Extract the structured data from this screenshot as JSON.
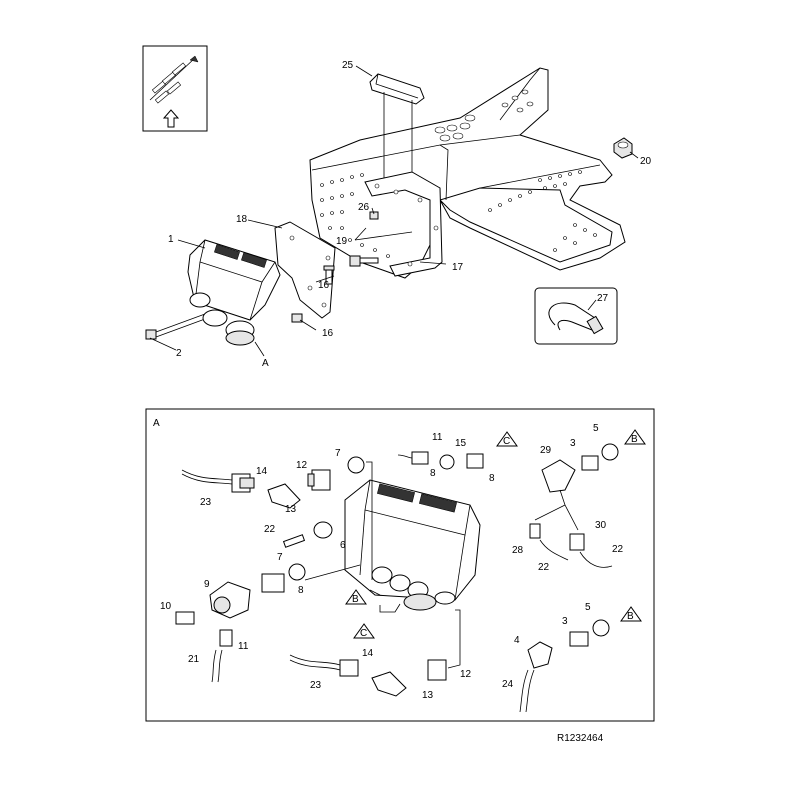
{
  "callouts": {
    "n1": "1",
    "n2": "2",
    "n16a": "16",
    "n16b": "16",
    "n17": "17",
    "n18": "18",
    "n19": "19",
    "n20": "20",
    "n25": "25",
    "n26": "26",
    "n27": "27",
    "nA": "A",
    "d3a": "3",
    "d3b": "3",
    "d4": "4",
    "d5a": "5",
    "d5b": "5",
    "d6": "6",
    "d7a": "7",
    "d7b": "7",
    "d8a": "8",
    "d8b": "8",
    "d8c": "8",
    "d9": "9",
    "d10": "10",
    "d11a": "11",
    "d11b": "11",
    "d12a": "12",
    "d12b": "12",
    "d13a": "13",
    "d13b": "13",
    "d14a": "14",
    "d14b": "14",
    "d15": "15",
    "d21": "21",
    "d22a": "22",
    "d22b": "22",
    "d22c": "22",
    "d23a": "23",
    "d23b": "23",
    "d24": "24",
    "d28": "28",
    "d29": "29",
    "d30": "30"
  },
  "markers": {
    "detail_label": "A",
    "b1": "B",
    "b2": "B",
    "b3": "B",
    "c1": "C",
    "c2": "C"
  },
  "reference": "R1232464",
  "icons": {
    "orientation": "orientation-arrow-icon"
  }
}
